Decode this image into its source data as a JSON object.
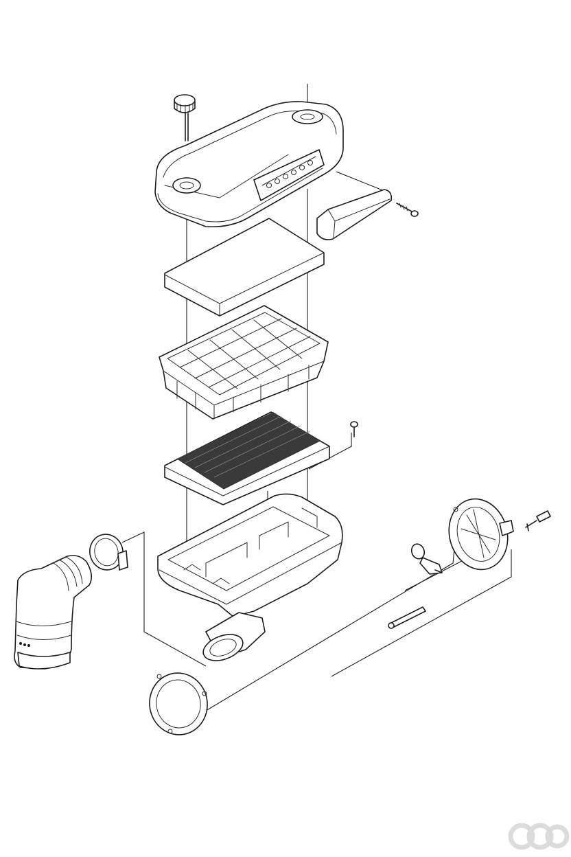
{
  "diagram": {
    "type": "exploded-view-line-art",
    "stroke_color": "#1a1a1a",
    "background_color": "#ffffff",
    "parts": [
      "oil-filler-cap",
      "top-cover",
      "side-bracket",
      "mounting-screw",
      "upper-filter-pad",
      "grid-frame",
      "pleated-filter-element",
      "filter-seal-plate",
      "small-bolt",
      "lower-housing",
      "hose-clamp",
      "intake-elbow-hose",
      "gasket-ring",
      "throttle-body",
      "butterfly-valve",
      "shaft-pin",
      "sensor-connector"
    ]
  }
}
